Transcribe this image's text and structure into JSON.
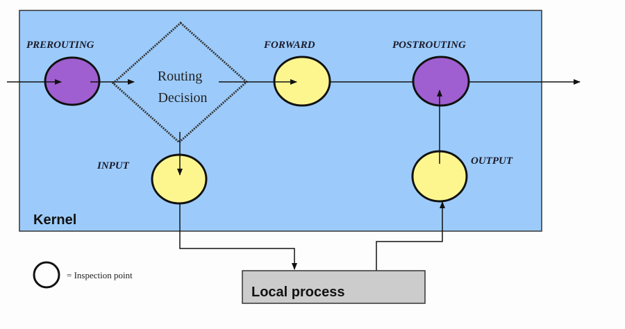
{
  "diagram": {
    "container_label": "Kernel",
    "hooks": [
      {
        "id": "prerouting",
        "label": "PREROUTING",
        "color": "#9f5fd0"
      },
      {
        "id": "forward",
        "label": "FORWARD",
        "color": "#fdf68f"
      },
      {
        "id": "postrouting",
        "label": "POSTROUTING",
        "color": "#9f5fd0"
      },
      {
        "id": "input",
        "label": "INPUT",
        "color": "#fdf68f"
      },
      {
        "id": "output",
        "label": "OUTPUT",
        "color": "#fdf68f"
      }
    ],
    "decision": {
      "line1": "Routing",
      "line2": "Decision"
    },
    "local_process": "Local process",
    "legend": "= Inspection point",
    "colors": {
      "kernel_bg": "#9ccbfb",
      "local_process_bg": "#cccccc"
    }
  }
}
